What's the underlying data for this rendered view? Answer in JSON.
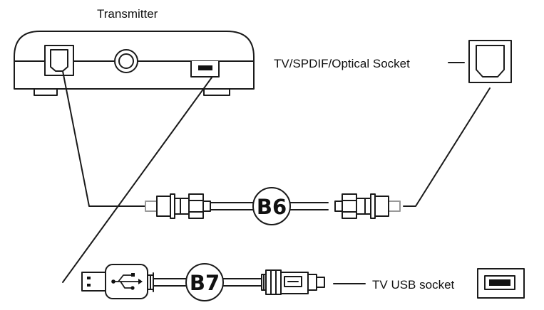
{
  "labels": {
    "transmitter": "Transmitter",
    "optical_socket": "TV/SPDIF/Optical Socket",
    "usb_socket": "TV USB socket"
  },
  "cables": {
    "optical": "B6",
    "usb": "B7"
  },
  "colors": {
    "stroke": "#1a1a1a",
    "fill": "#ffffff",
    "dark": "#111111"
  }
}
